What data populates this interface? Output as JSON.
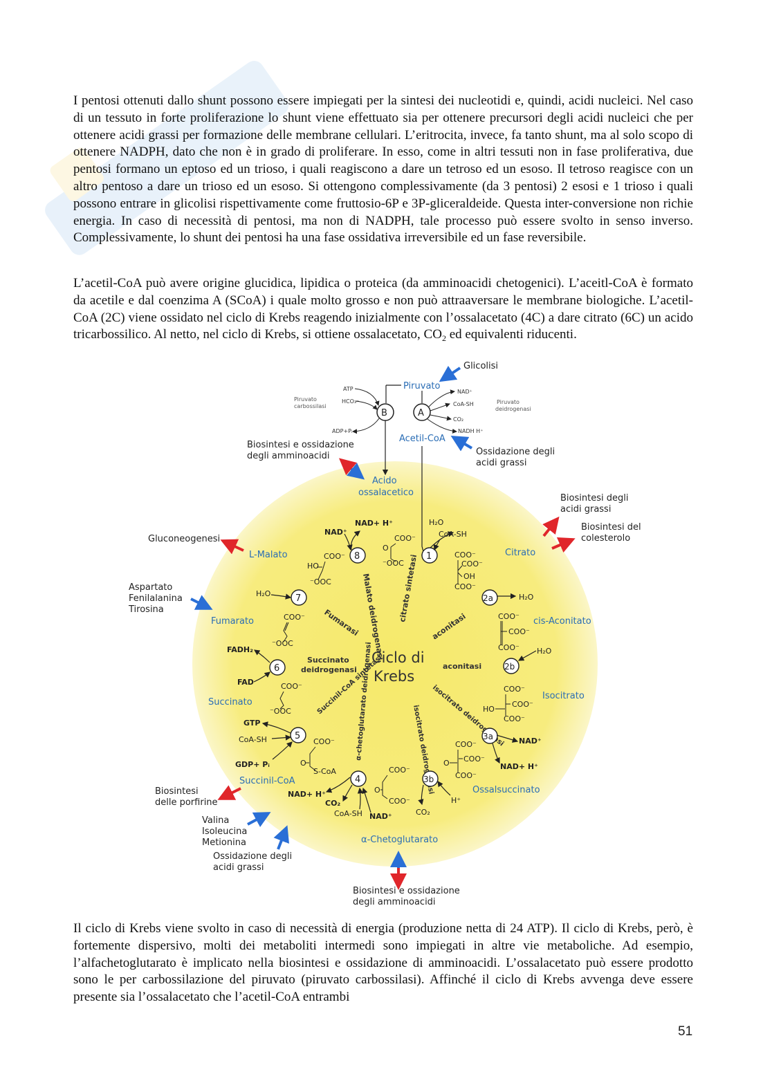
{
  "paragraphs": {
    "p1": "I pentosi ottenuti dallo shunt possono essere impiegati per la sintesi dei nucleotidi e, quindi, acidi nucleici. Nel caso di un tessuto in forte proliferazione lo shunt viene effettuato sia per ottenere precursori degli acidi nucleici che per ottenere acidi grassi per formazione delle membrane cellulari.  L’eritrocita, invece, fa tanto shunt, ma al solo scopo di ottenere NADPH, dato che non è in grado di proliferare. In esso, come in altri tessuti non in fase proliferativa, due pentosi formano un eptoso ed un trioso, i quali reagiscono a dare un tetroso ed un esoso. Il tetroso reagisce con un altro pentoso a dare un trioso ed un esoso. Si ottengono complessivamente (da 3 pentosi) 2 esosi e 1 trioso i quali possono entrare in glicolisi rispettivamente come fruttosio-6P e 3P-gliceraldeide. Questa inter-conversione non richie energia. In caso di necessità di pentosi, ma non di NADPH, tale processo può essere svolto in  senso inverso. Complessivamente, lo shunt dei pentosi ha una fase ossidativa irreversibile ed un fase reversibile.",
    "p2_main": "L’acetil-CoA può avere origine glucidica, lipidica o proteica (da amminoacidi chetogenici). L’aceitl-CoA è formato da acetile e dal coenzima A (SCoA) i quale  molto grosso e non può attraaversare le membrane biologiche. L’acetil-CoA (2C) viene ossidato nel ciclo di Krebs reagendo inizialmente con l’ossalacetato (4C) a dare citrato (6C) un acido tricarbossilico. Al netto, nel ciclo di Krebs, si ottiene ossalacetato, CO",
    "p2_sub": "2",
    "p2_end": " ed equivalenti riducenti.",
    "p3": "Il ciclo di Krebs viene svolto in caso di necessità di energia (produzione netta di 24 ATP). Il ciclo di Krebs, però, è fortemente dispersivo, molti dei metaboliti intermedi sono impiegati in altre vie metaboliche. Ad esempio, l’alfachetoglutarato è implicato nella biosintesi e ossidazione di amminoacidi. L’ossalacetato può essere prodotto sono le per carbossilazione del piruvato (piruvato carbossilasi). Affinché il ciclo di Krebs avvenga deve essere presente sia l’ossalacetato che l’acetil-CoA entrambi"
  },
  "page_number": "51",
  "diagram": {
    "center_title_1": "Ciclo di",
    "center_title_2": "Krebs",
    "top": {
      "glicolisi": "Glicolisi",
      "piruvato": "Piruvato",
      "atp": "ATP",
      "hco": "HCO₃⁻",
      "adp": "ADP+Pᵢ",
      "piruvato_carbossilasi_1": "Piruvato",
      "piruvato_carbossilasi_2": "carbossilasi",
      "nad": "NAD⁺",
      "coash": "CoA-SH",
      "co2": "CO₂",
      "nadh": "NADH H⁺",
      "piruvato_deidrogenasi_1": "Piruvato",
      "piruvato_deidrogenasi_2": "deidrogenasi",
      "node_a": "A",
      "node_b": "B",
      "acetil_coa": "Acetil-CoA",
      "ossidazione_acidi_grassi_1": "Ossidazione degli",
      "ossidazione_acidi_grassi_2": "acidi grassi"
    },
    "metabolites": {
      "ossalacetico_1": "Acido",
      "ossalacetico_2": "ossalacetico",
      "citrato": "Citrato",
      "cis_aconitato": "cis-Aconitato",
      "isocitrato": "Isocitrato",
      "ossalsuccinato": "Ossalsuccinato",
      "chetoglutarato": "α-Chetoglutarato",
      "succinil_coa": "Succinil-CoA",
      "succinato": "Succinato",
      "fumarato": "Fumarato",
      "l_malato": "L-Malato"
    },
    "enzymes": {
      "citrato_sintetasi": "citrato sintetasi",
      "malato_deidrogenasi": "Malato deidrogenasi",
      "fumarasi": "Fumarasi",
      "aconitasi_1": "aconitasi",
      "aconitasi_2": "aconitasi",
      "succinato_deidrogenasi_1": "Succinato",
      "succinato_deidrogenasi_2": "deidrogenasi",
      "succinil_coa_sintetasi": "Succinil-CoA sintetasi",
      "chetoglutarato_deidrogenasi": "α-chetoglutarato deidrogenasi",
      "isocitrato_deidrogenasi_1": "isocitrato deidrogenasi",
      "isocitrato_deidrogenasi_2": "isocitrato deidrogenasi"
    },
    "steps": [
      "1",
      "2a",
      "2b",
      "3a",
      "3b",
      "4",
      "5",
      "6",
      "7",
      "8"
    ],
    "cofactors": {
      "nadh_8": "NAD+ H⁺",
      "nad_8": "NAD⁺",
      "h2o_1": "H₂O",
      "coash_1": "CoA-SH",
      "h2o_2a": "H₂O",
      "h2o_2b": "H₂O",
      "h2o_7": "H₂O",
      "fadh2": "FADH₂",
      "fad": "FAD",
      "gtp": "GTP",
      "coash_5": "CoA-SH",
      "gdp": "GDP+ Pᵢ",
      "nad_3a": "NAD⁺",
      "nadh_3a": "NAD+ H⁺",
      "h_3b": "H⁺",
      "co2_3b": "CO₂",
      "nadh_4": "NAD+ H⁺",
      "co2_4": "CO₂",
      "coash_4": "CoA-SH",
      "nad_4": "NAD⁺"
    },
    "chem": {
      "coo": "COO⁻",
      "ooc": "⁻OOC",
      "oh": "OH",
      "ho": "HO",
      "o": "O",
      "scoa": "S-CoA"
    },
    "external": {
      "biosintesi_aa_top_1": "Biosintesi e ossidazione",
      "biosintesi_aa_top_2": "degli amminoacidi",
      "biosintesi_acidi_grassi_1": "Biosintesi degli",
      "biosintesi_acidi_grassi_2": "acidi grassi",
      "biosintesi_colesterolo_1": "Biosintesi del",
      "biosintesi_colesterolo_2": "colesterolo",
      "gluconeogenesi": "Gluconeogenesi",
      "aspartato": "Aspartato",
      "fenilalanina": "Fenilalanina",
      "tirosina": "Tirosina",
      "biosintesi_porfirine_1": "Biosintesi",
      "biosintesi_porfirine_2": "delle porfirine",
      "valina": "Valina",
      "isoleucina": "Isoleucina",
      "metionina": "Metionina",
      "ossidazione_acidi_grassi_b1": "Ossidazione degli",
      "ossidazione_acidi_grassi_b2": "acidi grassi",
      "biosintesi_aa_bottom_1": "Biosintesi e ossidazione",
      "biosintesi_aa_bottom_2": "degli amminoacidi"
    },
    "colors": {
      "circle_fill": "#f7ec7e",
      "circle_edge": "#fbf6c8",
      "metabolite_text": "#2a6db5",
      "arrow_red": "#e0262b",
      "arrow_blue": "#2a6fd6"
    }
  }
}
